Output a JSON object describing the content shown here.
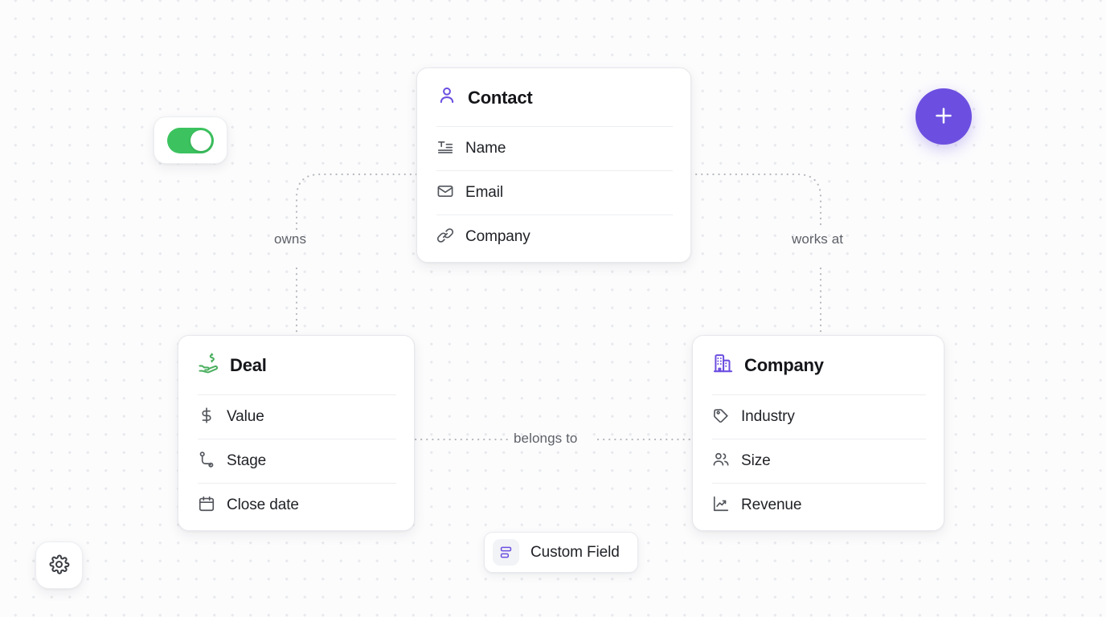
{
  "theme": {
    "accent_purple": "#6c4fe0",
    "toggle_green": "#3cc35f",
    "deal_green": "#4aaf5e",
    "canvas_bg": "#fcfcfd",
    "dot_color": "#e9eaee",
    "connector_color": "#b7b9be",
    "text_primary": "#15161a",
    "text_label": "#5d6067"
  },
  "toggle": {
    "name": "visibility-toggle",
    "state": "on",
    "state_label": "on"
  },
  "add_button": {
    "label": "+",
    "icon": "plus-icon"
  },
  "settings_button": {
    "icon": "gear-icon"
  },
  "entities": [
    {
      "id": "contact",
      "title": "Contact",
      "icon": "user-icon",
      "icon_color": "#6c4fe0",
      "fields": [
        {
          "label": "Name",
          "icon": "text-icon"
        },
        {
          "label": "Email",
          "icon": "envelope-icon"
        },
        {
          "label": "Company",
          "icon": "link-icon"
        }
      ]
    },
    {
      "id": "deal",
      "title": "Deal",
      "icon": "hand-money-icon",
      "icon_color": "#4aaf5e",
      "fields": [
        {
          "label": "Value",
          "icon": "dollar-icon"
        },
        {
          "label": "Stage",
          "icon": "route-icon"
        },
        {
          "label": "Close date",
          "icon": "calendar-icon"
        }
      ]
    },
    {
      "id": "company",
      "title": "Company",
      "icon": "building-icon",
      "icon_color": "#6c4fe0",
      "fields": [
        {
          "label": "Industry",
          "icon": "tag-icon"
        },
        {
          "label": "Size",
          "icon": "users-icon"
        },
        {
          "label": "Revenue",
          "icon": "trending-up-icon"
        }
      ]
    }
  ],
  "relations": [
    {
      "id": "owns",
      "label": "owns",
      "from": "contact",
      "to": "deal"
    },
    {
      "id": "works_at",
      "label": "works at",
      "from": "contact",
      "to": "company"
    },
    {
      "id": "belongs_to",
      "label": "belongs to",
      "from": "deal",
      "to": "company"
    }
  ],
  "custom_field": {
    "label": "Custom Field",
    "icon": "form-fields-icon"
  }
}
